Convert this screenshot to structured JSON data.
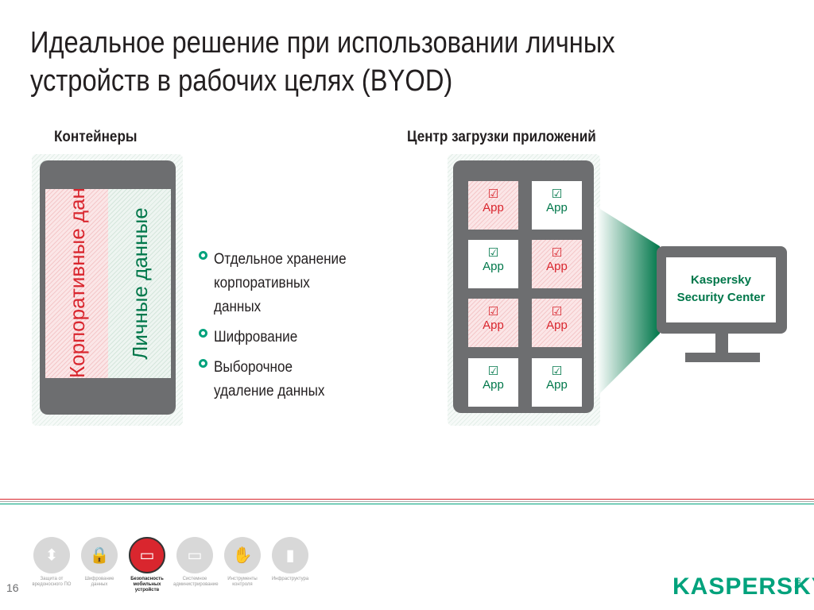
{
  "title": {
    "line1": "Идеальное решение при использовании личных",
    "line2": "устройств в рабочих целях (BYOD)"
  },
  "containers": {
    "label": "Контейнеры",
    "corporate": "Корпоративные данные",
    "personal": "Личные данные"
  },
  "bullets": [
    {
      "lines": [
        "Отдельное хранение",
        "корпоративных",
        "данных"
      ]
    },
    {
      "lines": [
        "Шифрование"
      ]
    },
    {
      "lines": [
        "Выборочное",
        "удаление данных"
      ]
    }
  ],
  "app_center": {
    "label": "Центр загрузки приложений",
    "check_glyph": "☑",
    "apps": [
      {
        "label": "App",
        "color": "red"
      },
      {
        "label": "App",
        "color": "green"
      },
      {
        "label": "App",
        "color": "green"
      },
      {
        "label": "App",
        "color": "red"
      },
      {
        "label": "App",
        "color": "red"
      },
      {
        "label": "App",
        "color": "red"
      },
      {
        "label": "App",
        "color": "green"
      },
      {
        "label": "App",
        "color": "green"
      }
    ]
  },
  "monitor": {
    "line1": "Kaspersky",
    "line2": "Security Center"
  },
  "footer": {
    "page_number": "16",
    "nav": [
      {
        "label": "Защита от вредоносного ПО",
        "icon": "shield-icon",
        "active": false
      },
      {
        "label": "Шифрование данных",
        "icon": "lock-icon",
        "active": false
      },
      {
        "label": "Безопасность мобильных устройств",
        "icon": "mobile-icon",
        "active": true
      },
      {
        "label": "Системное администрирование",
        "icon": "windows-icon",
        "active": false
      },
      {
        "label": "Инструменты контроля",
        "icon": "hand-icon",
        "active": false
      },
      {
        "label": "Инфраструктура",
        "icon": "server-icon",
        "active": false
      }
    ],
    "logo": "KASPERSKY",
    "logo_lab": "lab"
  },
  "colors": {
    "red": "#d9262e",
    "green": "#00774a",
    "accent": "#00a27c",
    "gray": "#6d6e70"
  }
}
